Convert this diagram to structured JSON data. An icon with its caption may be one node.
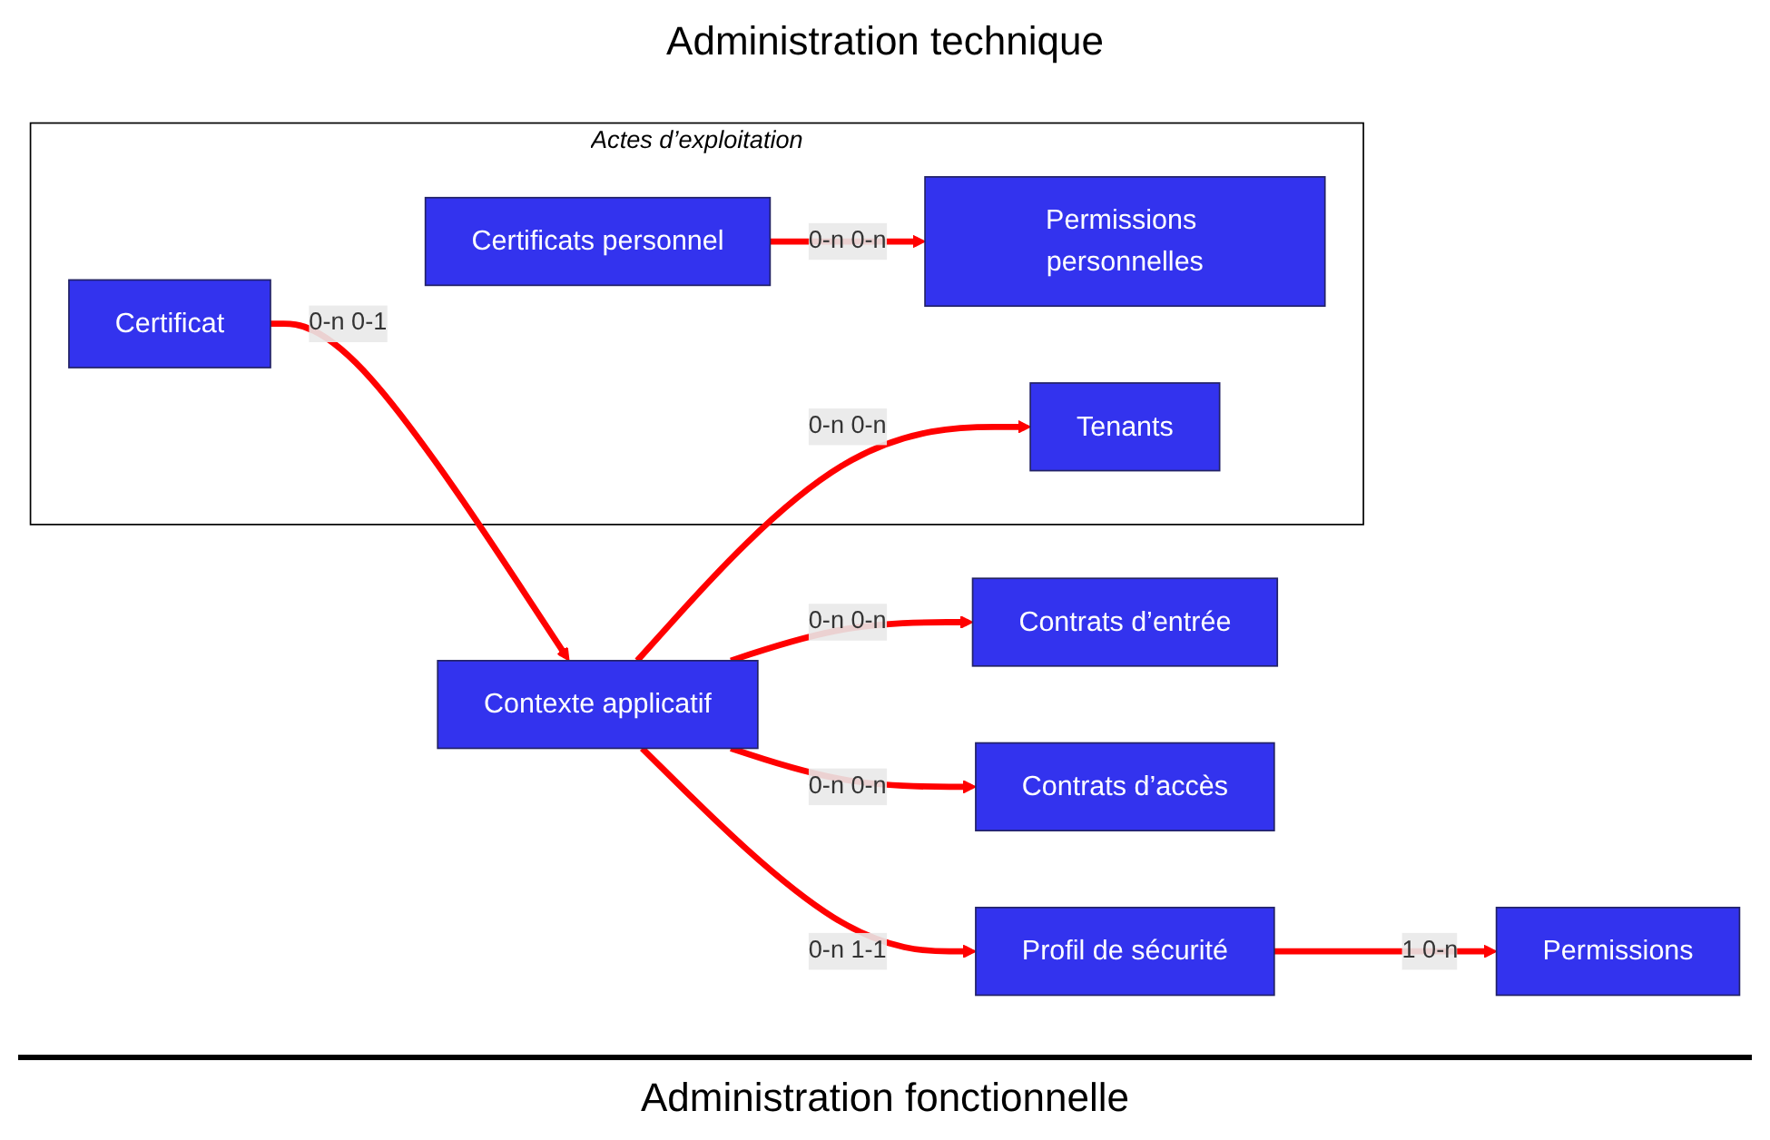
{
  "diagram": {
    "title": "Administration technique",
    "nodes": [
      {
        "text": [
          "Actes d’exploitation"
        ]
      },
      {
        "text": [
          "Certificats personnel"
        ],
        "in": 0
      },
      {
        "text": [
          "Permissions personnelles"
        ],
        "in": 0
      },
      {
        "text": [
          "Certificat"
        ],
        "in": 0
      },
      {
        "text": [
          "Contexte applicatif"
        ]
      },
      {
        "text": [
          "Tenants"
        ],
        "in": 0
      },
      {
        "text": [
          "Profil de sécurité"
        ]
      },
      {
        "text": [
          "Permissions"
        ]
      },
      {
        "text": [
          "Contrats d’entrée"
        ]
      },
      {
        "text": [
          "Contrats d’accès"
        ]
      }
    ],
    "edges": [
      {
        "from": 1,
        "to": 2,
        "arrow": "to",
        "label": "0-n 0-n"
      },
      {
        "from": 3,
        "to": 4,
        "arrow": "to",
        "label": "0-n 0-1"
      },
      {
        "from": 4,
        "to": 5,
        "arrow": "to",
        "label": "0-n 0-n"
      },
      {
        "from": 4,
        "to": 6,
        "arrow": "to",
        "label": "0-n 1-1"
      },
      {
        "from": 6,
        "to": 7,
        "arrow": "to",
        "label": "1 0-n"
      },
      {
        "from": 4,
        "to": 8,
        "arrow": "to",
        "label": "0-n 0-n"
      },
      {
        "from": 4,
        "to": 9,
        "arrow": "to",
        "label": "0-n 0-n"
      }
    ],
    "labels": [
      "Administration fonctionnelle"
    ]
  }
}
